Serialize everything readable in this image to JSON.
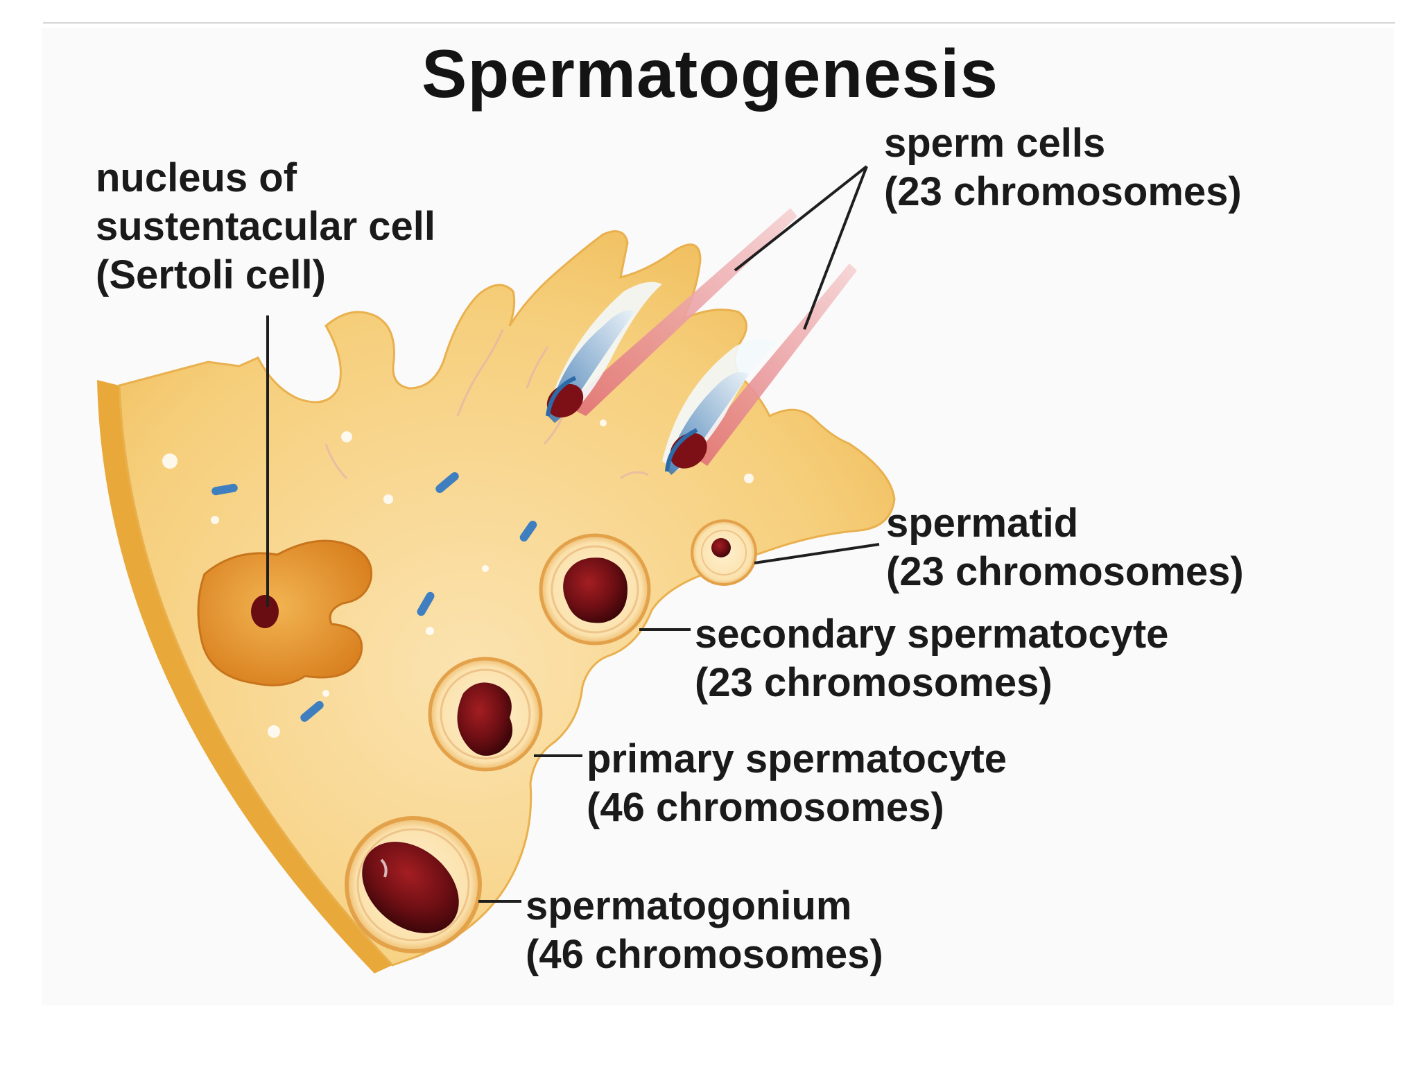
{
  "title": "Spermatogenesis",
  "labels": {
    "sertoli": {
      "line1": "nucleus of",
      "line2": "sustentacular cell",
      "line3": "(Sertoli cell)"
    },
    "sperm_cells": {
      "line1": "sperm cells",
      "line2": "(23 chromosomes)"
    },
    "spermatid": {
      "line1": "spermatid",
      "line2": "(23 chromosomes)"
    },
    "secondary_spermatocyte": {
      "line1": "secondary spermatocyte",
      "line2": "(23 chromosomes)"
    },
    "primary_spermatocyte": {
      "line1": "primary spermatocyte",
      "line2": "(46 chromosomes)"
    },
    "spermatogonium": {
      "line1": "spermatogonium",
      "line2": "(46 chromosomes)"
    }
  },
  "colors": {
    "tissue": "#f6cf7c",
    "tissue_border": "#e9a93a",
    "nucleus": "#6e0f14",
    "sertoli_body": "#e8952c",
    "sperm_blue": "#4d8fc4",
    "tail_pink": "#e7a0a6"
  }
}
